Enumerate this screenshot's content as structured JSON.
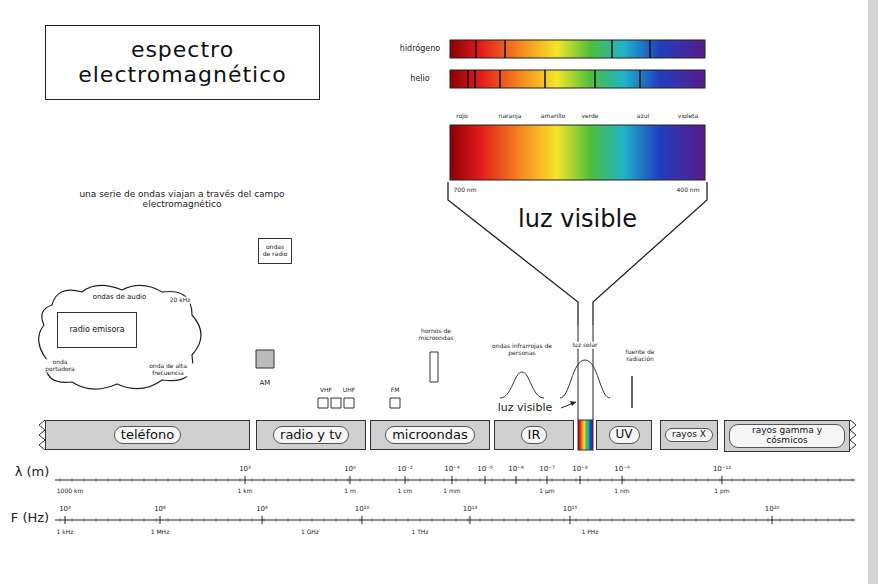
{
  "diagram": {
    "title": "espectro electromagnético",
    "nodes": [
      {
        "text": [
          "ondas de radio"
        ]
      },
      {
        "text": [
          "ondas de audio"
        ]
      },
      {
        "text": [
          "radio emisora"
        ],
        "in": 1
      },
      {
        "text": [
          "luz visible"
        ]
      },
      {
        "text": [
          "teléfono"
        ]
      },
      {
        "text": [
          "radio y tv"
        ]
      },
      {
        "text": [
          "microondas"
        ]
      },
      {
        "text": [
          "IR"
        ]
      },
      {
        "text": [
          "UV"
        ]
      },
      {
        "text": [
          "rayos X"
        ]
      },
      {
        "text": [
          "rayos gamma y cósmicos"
        ]
      }
    ],
    "labels": [
      "hidrógeno",
      "helio",
      "rojo",
      "naranja",
      "amarillo",
      "verde",
      "azul",
      "violeta",
      "700 nm",
      "400 nm",
      "una serie de ondas viajan a través del campo electromagnético",
      "20 kHz",
      "onda portadora",
      "onda de alta frecuencia",
      "AM",
      "VHF",
      "UHF",
      "FM",
      "hornos de microondas",
      "ondas infrarrojas de personas",
      "luz solar",
      "fuente de radiación",
      "luz visible",
      "λ (m)",
      "F (Hz)",
      "10³",
      "10⁰",
      "10⁻²",
      "10⁻⁴",
      "10⁻⁵",
      "10⁻⁶",
      "10⁻⁷",
      "10⁻⁸",
      "10⁻⁹",
      "10⁻¹²",
      "1000 km",
      "1 km",
      "1 m",
      "1 cm",
      "1 mm",
      "1 µm",
      "1 nm",
      "1 pm",
      "10³",
      "10⁶",
      "10⁸",
      "10¹⁰",
      "10¹³",
      "10¹⁵",
      "10²⁰",
      "1 kHz",
      "1 MHz",
      "1 GHz",
      "1 THz",
      "1 PHz"
    ]
  }
}
